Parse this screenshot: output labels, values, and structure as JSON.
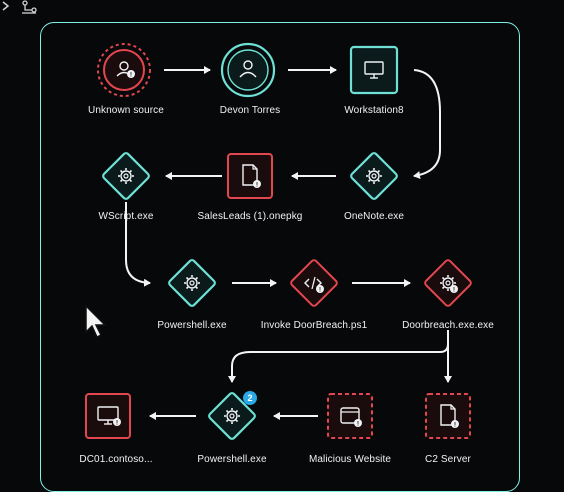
{
  "colors": {
    "background": "#07080a",
    "accent": "#6ee0d6",
    "danger": "#e2474f",
    "badge": "#2aa7e6"
  },
  "nodes": {
    "unknown_source": {
      "label": "Unknown source",
      "icon": "person-icon",
      "style": "danger"
    },
    "devon_torres": {
      "label": "Devon Torres",
      "icon": "person-icon",
      "style": "accent"
    },
    "workstation8": {
      "label": "Workstation8",
      "icon": "monitor-icon",
      "style": "accent"
    },
    "onenote": {
      "label": "OneNote.exe",
      "icon": "gear-icon",
      "style": "accent"
    },
    "salesleads": {
      "label": "SalesLeads (1).onepkg",
      "icon": "file-alert-icon",
      "style": "danger"
    },
    "wscript": {
      "label": "WScript.exe",
      "icon": "gear-icon",
      "style": "accent"
    },
    "powershell1": {
      "label": "Powershell.exe",
      "icon": "gear-icon",
      "style": "accent"
    },
    "invoke_doorbreach": {
      "label": "Invoke DoorBreach.ps1",
      "icon": "code-icon",
      "style": "danger"
    },
    "doorbreach_exe": {
      "label": "Doorbreach.exe.exe",
      "icon": "gear-alert-icon",
      "style": "danger"
    },
    "c2_server": {
      "label": "C2 Server",
      "icon": "file-alert-icon",
      "style": "danger-dashed"
    },
    "malicious_website": {
      "label": "Malicious Website",
      "icon": "window-alert-icon",
      "style": "danger-dashed"
    },
    "powershell2": {
      "label": "Powershell.exe",
      "icon": "gear-icon",
      "style": "accent",
      "badge": "2"
    },
    "dc01": {
      "label": "DC01.contoso...",
      "icon": "monitor-alert-icon",
      "style": "danger"
    }
  }
}
